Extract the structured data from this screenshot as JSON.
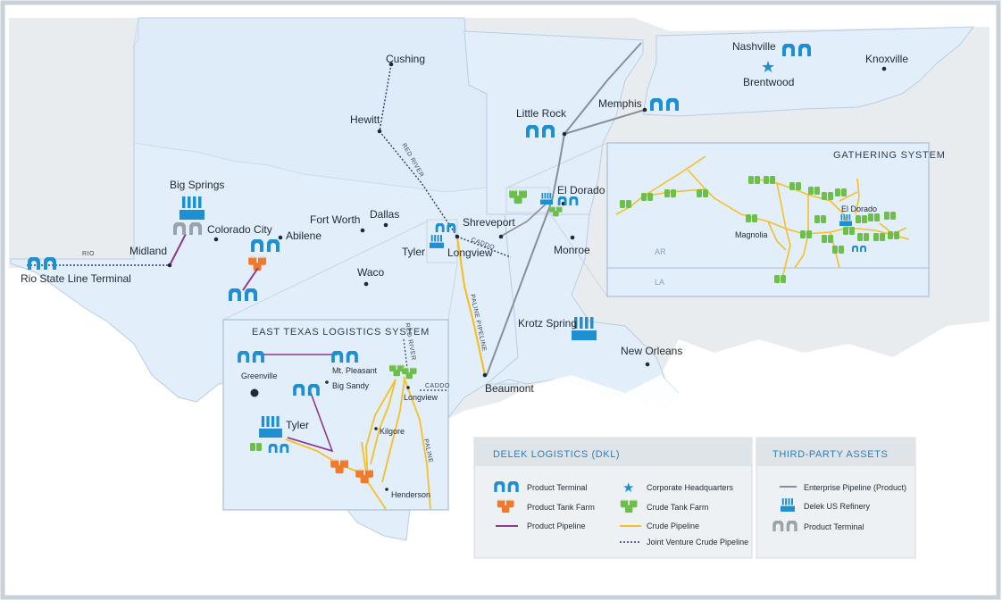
{
  "colors": {
    "land": "#e2eefa",
    "land_stroke": "#b9cde3",
    "terminal": "#1e8fd0",
    "refinery": "#1e8fd0",
    "third_party_terminal": "#9aa3a8",
    "product_tank": "#f07a2c",
    "crude_tank": "#6cc04a",
    "product_pipeline": "#8a3a8e",
    "crude_pipeline": "#f5c026",
    "enterprise_pipeline": "#8a8f96",
    "jv_pipeline": "#2a3a6a"
  },
  "cities": {
    "cushing": "Cushing",
    "hewitt": "Hewitt",
    "little_rock": "Little Rock",
    "memphis": "Memphis",
    "nashville": "Nashville",
    "brentwood": "Brentwood",
    "knoxville": "Knoxville",
    "big_springs": "Big Springs",
    "colorado_city": "Colorado City",
    "abilene": "Abilene",
    "fort_worth": "Fort Worth",
    "dallas": "Dallas",
    "shreveport": "Shreveport",
    "el_dorado": "El Dorado",
    "tyler": "Tyler",
    "longview": "Longview",
    "monroe": "Monroe",
    "midland": "Midland",
    "rio_terminal": "Rio State Line Terminal",
    "waco": "Waco",
    "krotz_spring": "Krotz Spring",
    "new_orleans": "New Orleans",
    "beaumont": "Beaumont"
  },
  "pipelines": {
    "rio": "RIO",
    "red_river": "RED RIVER",
    "caddo": "CADDO",
    "paline": "PALINE PIPELINE"
  },
  "gathering": {
    "title": "GATHERING SYSTEM",
    "el_dorado": "El Dorado",
    "magnolia": "Magnolia",
    "ar": "AR",
    "la": "LA"
  },
  "east_texas": {
    "title": "EAST TEXAS LOGISTICS SYSTEM",
    "greenville": "Greenville",
    "mt_pleasant": "Mt. Pleasant",
    "big_sandy": "Big Sandy",
    "tyler": "Tyler",
    "longview": "Longview",
    "kilgore": "Kilgore",
    "henderson": "Henderson",
    "paline": "PALINE",
    "red_river": "RED RIVER",
    "caddo": "CADDO"
  },
  "legend": {
    "dkl": {
      "title": "DELEK LOGISTICS (DKL)",
      "product_terminal": "Product Terminal",
      "product_tank_farm": "Product Tank Farm",
      "product_pipeline": "Product Pipeline",
      "corporate_hq": "Corporate Headquarters",
      "crude_tank_farm": "Crude Tank Farm",
      "crude_pipeline": "Crude Pipeline",
      "jv_crude_pipeline": "Joint Venture Crude Pipeline"
    },
    "third_party": {
      "title": "THIRD-PARTY ASSETS",
      "enterprise_pipeline": "Enterprise Pipeline (Product)",
      "delek_refinery": "Delek US Refinery",
      "product_terminal": "Product Terminal"
    }
  }
}
